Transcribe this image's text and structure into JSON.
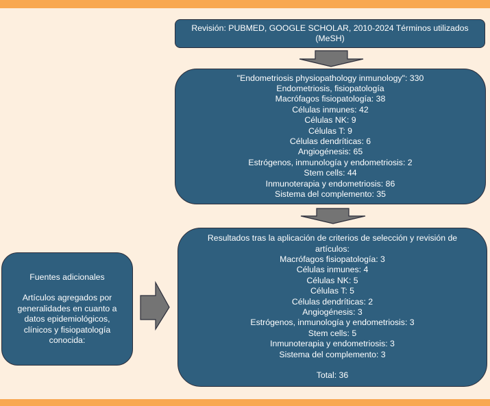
{
  "colors": {
    "background": "#FDEFDF",
    "accent_bar": "#F8A851",
    "box_fill": "#2F5F7E",
    "box_border": "#2B2D3A",
    "arrow_fill": "#747474",
    "text": "#FFFFFF"
  },
  "search_box": {
    "line1": "Revisión: PUBMED, GOOGLE SCHOLAR, 2010-2024 Términos utilizados",
    "line2": "(MeSH)"
  },
  "terms_box": {
    "lines": [
      "\"Endometriosis physiopathology inmunology\": 330",
      "Endometriosis, fisiopatología",
      "Macrófagos fisiopatología: 38",
      "Células inmunes: 42",
      "Células NK: 9",
      "Células T: 9",
      "Células dendríticas: 6",
      "Angiogénesis: 65",
      "Estrógenos, inmunología y endometriosis: 2",
      "Stem cells: 44",
      "Inmunoterapia y endometriosis: 86",
      "Sistema del complemento: 35"
    ]
  },
  "results_box": {
    "heading_line1": "Resultados tras la aplicación de criterios de selección y revisión de",
    "heading_line2": "artículos:",
    "lines": [
      "Macrófagos fisiopatología: 3",
      "Células inmunes: 4",
      "Células NK: 5",
      "Células T: 5",
      "Células dendríticas: 2",
      "Angiogénesis: 3",
      "Estrógenos, inmunología y endometriosis: 3",
      "Stem cells: 5",
      "Inmunoterapia y endometriosis: 3",
      "Sistema del complemento: 3"
    ],
    "total": "Total: 36"
  },
  "additional_box": {
    "title": "Fuentes adicionales",
    "lines": [
      "Artículos agregados por",
      "generalidades en cuanto a",
      "datos epidemiológicos,",
      "clínicos y fisiopatología",
      "conocida:"
    ]
  },
  "arrows": [
    {
      "name": "arrow-search-to-terms",
      "direction": "down"
    },
    {
      "name": "arrow-terms-to-results",
      "direction": "down"
    },
    {
      "name": "arrow-additional-to-results",
      "direction": "right"
    }
  ]
}
